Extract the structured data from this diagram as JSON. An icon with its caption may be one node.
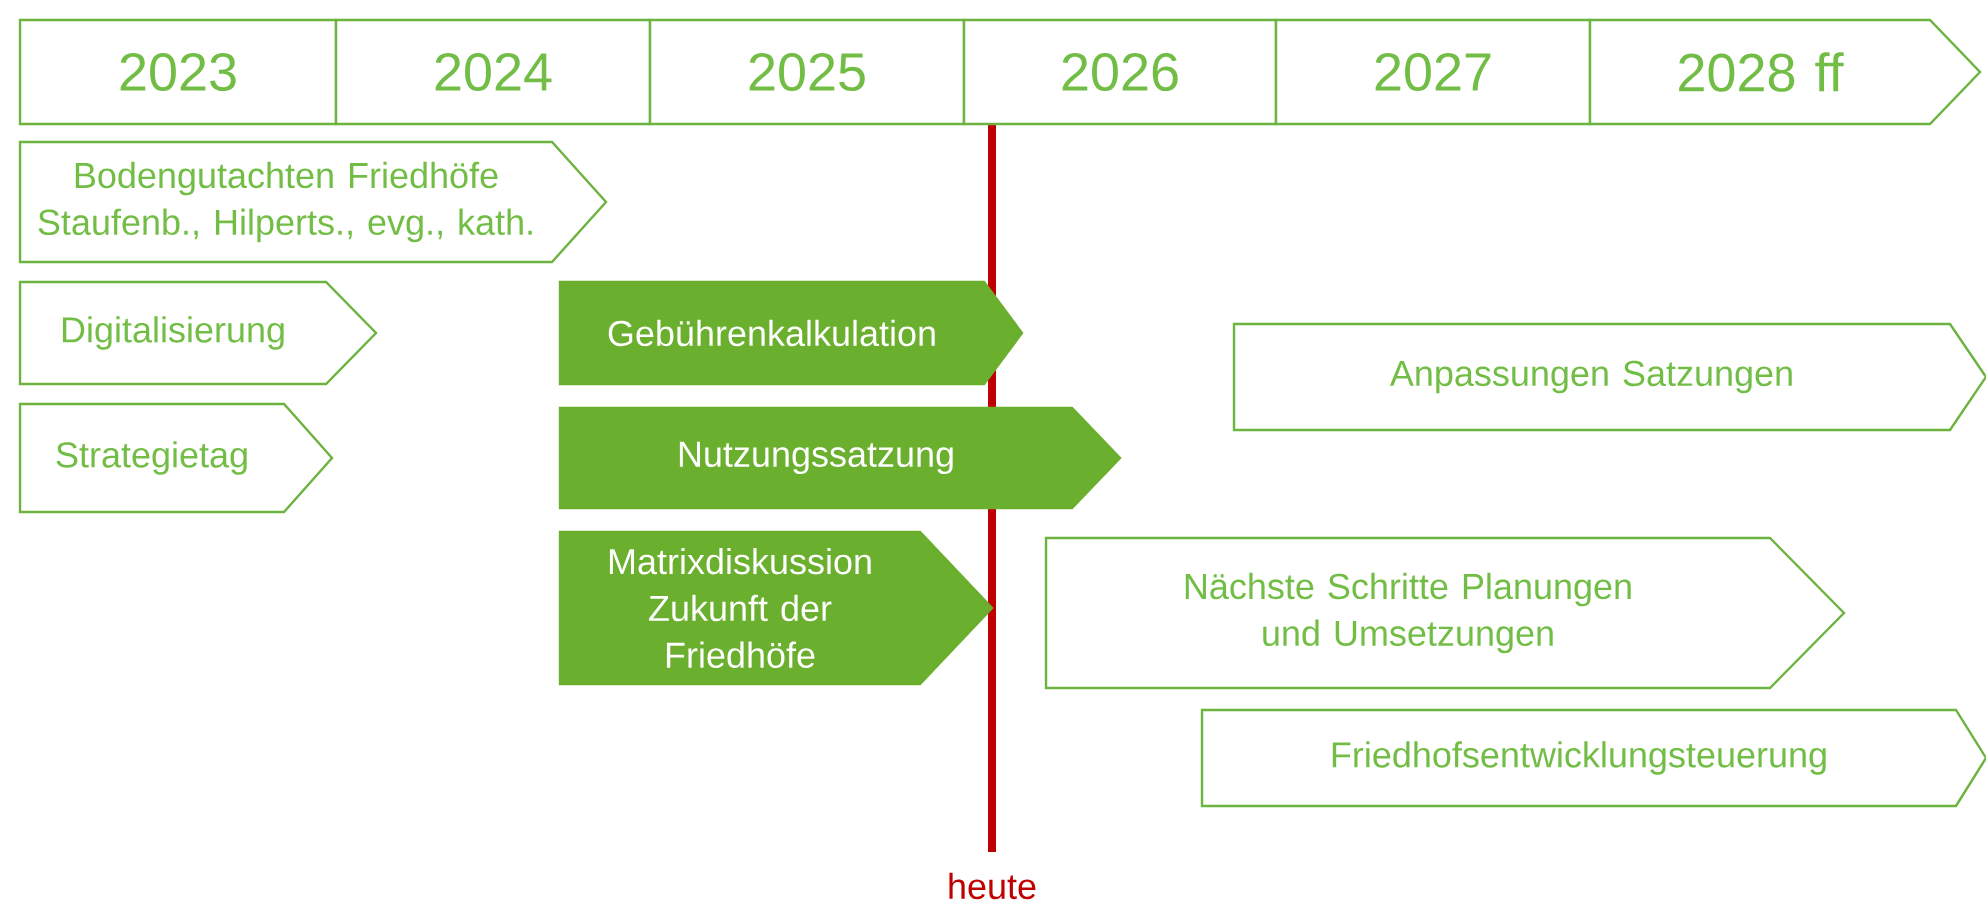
{
  "diagram": {
    "nodes": [
      {
        "text": [
          "2023"
        ]
      },
      {
        "text": [
          "2024"
        ]
      },
      {
        "text": [
          "2025"
        ]
      },
      {
        "text": [
          "2026"
        ]
      },
      {
        "text": [
          "2027"
        ]
      },
      {
        "text": [
          "2028 ff"
        ]
      },
      {
        "text": [
          "Bodengutachten Friedhöfe Staufenb., Hilperts., evg., kath."
        ]
      },
      {
        "text": [
          "Digitalisierung"
        ]
      },
      {
        "text": [
          "Strategietag"
        ]
      },
      {
        "text": [
          "Gebührenkalkulation"
        ]
      },
      {
        "text": [
          "Nutzungssatzung"
        ]
      },
      {
        "text": [
          "Matrixdiskussion Zukunft der Friedhöfe"
        ]
      },
      {
        "text": [
          "Anpassungen Satzungen"
        ]
      },
      {
        "text": [
          "Nächste Schritte Planungen und Umsetzungen"
        ]
      },
      {
        "text": [
          "Friedhofsentwicklungsteuerung"
        ]
      }
    ],
    "labels": [
      "heute"
    ]
  }
}
